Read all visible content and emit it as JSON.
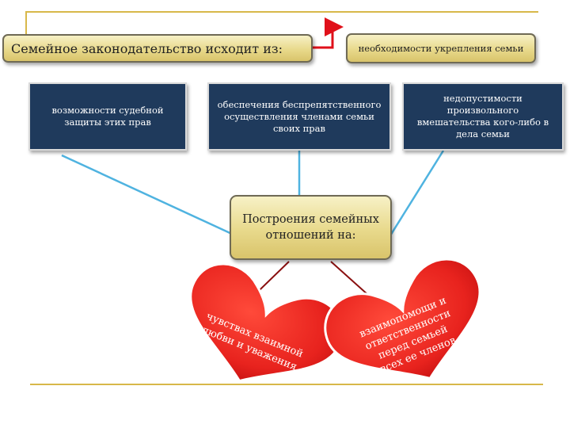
{
  "header": {
    "title": "Семейное законодательство исходит из:",
    "top_right": "необходимости укрепления семьи"
  },
  "boxes": {
    "left": "возможности судебной защиты этих прав",
    "center": "обеспечения беспрепятственного осуществления членами семьи своих прав",
    "right": "недопустимости произвольного вмешательства кого-либо в дела семьи"
  },
  "center_node": "Построения семейных отношений на:",
  "hearts": {
    "left": [
      "чувствах взаимной",
      "любви и уважения"
    ],
    "right": [
      "взаимопомощи и",
      "ответственности",
      "перед семьей",
      "всех ее членов"
    ]
  },
  "colors": {
    "gold": "#e8d98b",
    "navy": "#1f3a5c",
    "connector_red": "#e0101a",
    "connector_blue": "#4fb3e0",
    "heart_red": "#e8231e",
    "frame_gold": "#d8b84a"
  }
}
